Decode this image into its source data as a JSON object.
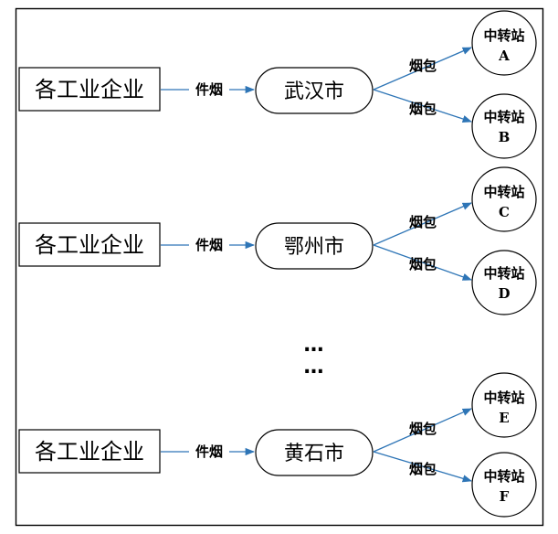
{
  "colors": {
    "arrow": "#2E75B6",
    "stroke": "#000000",
    "background": "#ffffff"
  },
  "rows": [
    {
      "enterprise": "各工业企业",
      "edge_label": "件烟",
      "city": "武汉市",
      "branches": [
        {
          "edge_label": "烟包",
          "station": {
            "name": "中转站",
            "id": "A"
          }
        },
        {
          "edge_label": "烟包",
          "station": {
            "name": "中转站",
            "id": "B"
          }
        }
      ]
    },
    {
      "enterprise": "各工业企业",
      "edge_label": "件烟",
      "city": "鄂州市",
      "branches": [
        {
          "edge_label": "烟包",
          "station": {
            "name": "中转站",
            "id": "C"
          }
        },
        {
          "edge_label": "烟包",
          "station": {
            "name": "中转站",
            "id": "D"
          }
        }
      ]
    },
    {
      "enterprise": "各工业企业",
      "edge_label": "件烟",
      "city": "黄石市",
      "branches": [
        {
          "edge_label": "烟包",
          "station": {
            "name": "中转站",
            "id": "E"
          }
        },
        {
          "edge_label": "烟包",
          "station": {
            "name": "中转站",
            "id": "F"
          }
        }
      ]
    }
  ],
  "ellipsis": [
    "…",
    "…"
  ]
}
